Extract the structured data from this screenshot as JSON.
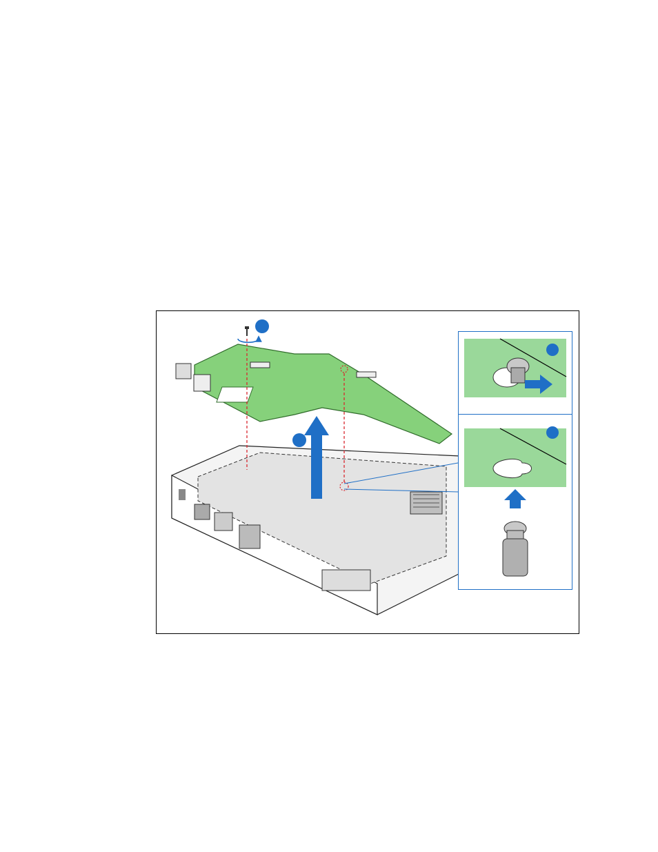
{
  "colors": {
    "board": "#86d17b",
    "board_edge": "#2f6b2a",
    "chassis_tray": "#e3e3e3",
    "accent_blue": "#1f6fc6",
    "guide_red": "#d8262e",
    "inset_green": "#9ad89a"
  },
  "callouts": [
    {
      "id": "callout-1",
      "label": ""
    },
    {
      "id": "callout-2",
      "label": ""
    },
    {
      "id": "callout-3",
      "label": ""
    },
    {
      "id": "callout-4",
      "label": ""
    }
  ],
  "icons": {
    "screw": "screw-icon",
    "rotate": "rotate-arrow-icon",
    "lift": "lift-up-arrow-icon",
    "slide": "slide-arrow-icon",
    "insert": "insert-up-arrow-icon",
    "standoff": "standoff-icon"
  }
}
